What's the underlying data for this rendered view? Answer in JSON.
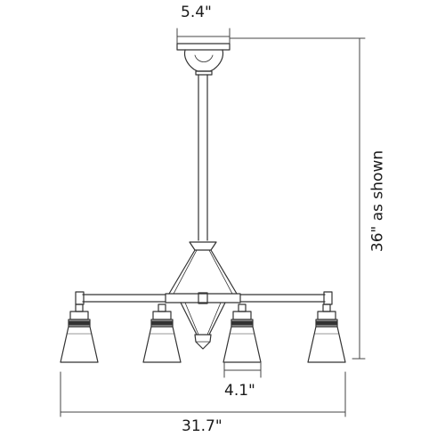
{
  "dimensions": {
    "canopy_width": "5.4\"",
    "overall_height": "36\" as shown",
    "shade_width": "4.1\"",
    "overall_width": "31.7\""
  },
  "colors": {
    "line": "#333333",
    "dimension_line": "#444444"
  }
}
